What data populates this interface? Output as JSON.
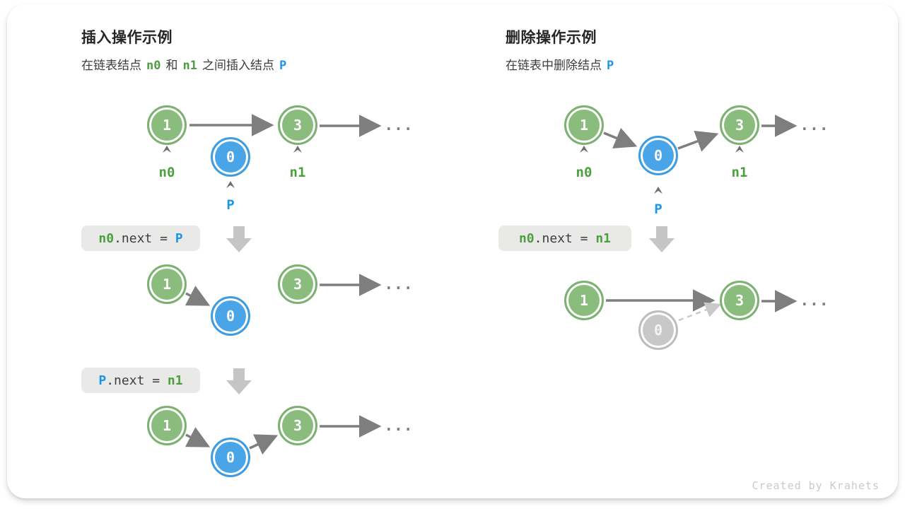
{
  "footer": "Created by Krahets",
  "ellipsis": "...",
  "colors": {
    "node_green": "#8abd7d",
    "node_blue": "#4aa5e8",
    "node_gray": "#c8c8c8",
    "arrow_gray": "#7e7e7e",
    "code_bg": "#e9e9e7",
    "green_text": "#4c9f3f",
    "blue_text": "#1e96e8"
  },
  "insert": {
    "title": "插入操作示例",
    "subtitle": {
      "pre": "在链表结点",
      "n0": "n0",
      "mid": "和",
      "n1": "n1",
      "post": "之间插入结点",
      "p": "P"
    },
    "row1": {
      "node1": "1",
      "node3": "3",
      "nodeP": "0",
      "label_n0": "n0",
      "label_n1": "n1",
      "label_p": "P"
    },
    "code1": {
      "lhs": "n0",
      "mid": ".next = ",
      "rhs": "P"
    },
    "row2": {
      "node1": "1",
      "nodeP": "0",
      "node3": "3"
    },
    "code2": {
      "lhs": "P",
      "mid": ".next = ",
      "rhs": "n1"
    },
    "row3": {
      "node1": "1",
      "nodeP": "0",
      "node3": "3"
    }
  },
  "remove": {
    "title": "删除操作示例",
    "subtitle": {
      "pre": "在链表中删除结点",
      "p": "P"
    },
    "row1": {
      "node1": "1",
      "nodeP": "0",
      "node3": "3",
      "label_n0": "n0",
      "label_n1": "n1",
      "label_p": "P"
    },
    "code1": {
      "lhs": "n0",
      "mid": ".next = ",
      "rhs": "n1"
    },
    "row2": {
      "node1": "1",
      "node3": "3",
      "nodeP": "0"
    }
  }
}
